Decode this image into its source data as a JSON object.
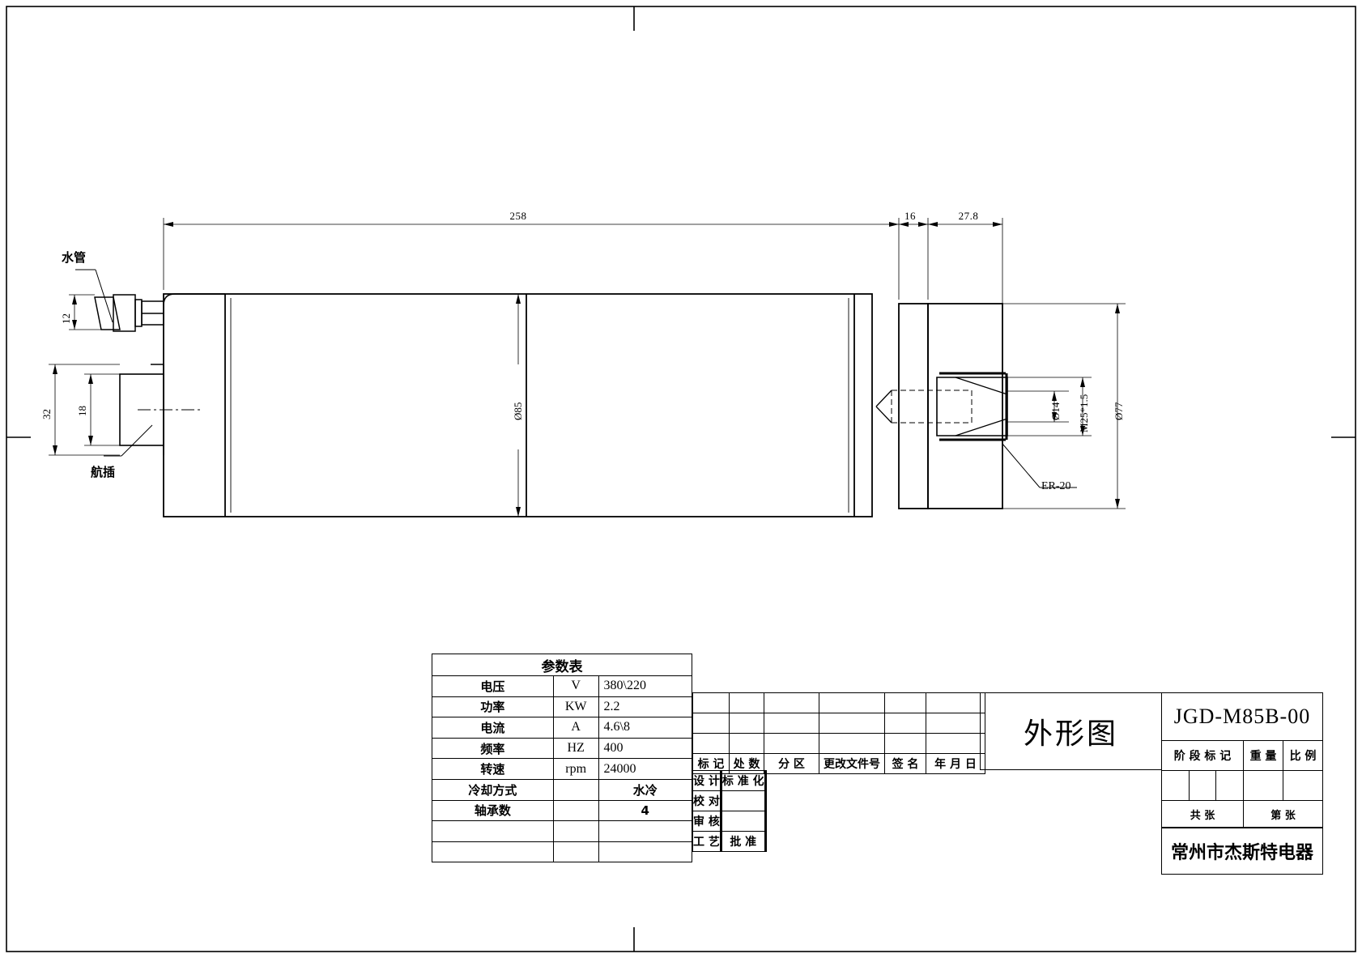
{
  "drawing": {
    "title": "外形图",
    "part_number": "JGD-M85B-00",
    "company": "常州市杰斯特电器",
    "type": "mechanical-outline-drawing"
  },
  "dimensions": {
    "overall_length": "258",
    "flange_thickness": "16",
    "nose_length": "27.8",
    "body_diameter": "Ø85",
    "shaft_diameter": "Ø14",
    "thread": "M25*1.5",
    "front_flange_dia": "Ø77",
    "water_pipe_height": "12",
    "connector_block_height": "32",
    "connector_height": "18"
  },
  "callouts": {
    "water_pipe": "水管",
    "aviation_connector": "航插",
    "collet": "ER-20"
  },
  "param_table": {
    "header": "参数表",
    "rows": [
      {
        "name": "电压",
        "unit": "V",
        "value": "380\\220",
        "value_align": "left"
      },
      {
        "name": "功率",
        "unit": "KW",
        "value": "2.2",
        "value_align": "left"
      },
      {
        "name": "电流",
        "unit": "A",
        "value": "4.6\\8",
        "value_align": "left"
      },
      {
        "name": "频率",
        "unit": "HZ",
        "value": "400",
        "value_align": "left"
      },
      {
        "name": "转速",
        "unit": "rpm",
        "value": "24000",
        "value_align": "left"
      },
      {
        "name": "冷却方式",
        "unit": "",
        "value": "水冷",
        "value_align": "center"
      },
      {
        "name": "轴承数",
        "unit": "",
        "value": "4",
        "value_align": "center"
      },
      {
        "name": "",
        "unit": "",
        "value": "",
        "value_align": "center"
      },
      {
        "name": "",
        "unit": "",
        "value": "",
        "value_align": "center"
      }
    ]
  },
  "title_block": {
    "revision_header": [
      "标 记",
      "处 数",
      "分   区",
      "更改文件号",
      "签 名",
      "年 月 日"
    ],
    "revision_blank_rows": 3,
    "sign_rows": [
      {
        "role": "设 计",
        "name": "",
        "date": "",
        "mid": "标 准 化",
        "mid_name": "",
        "mid_date": ""
      },
      {
        "role": "校 对",
        "name": "",
        "date": "",
        "mid": "",
        "mid_name": "",
        "mid_date": ""
      },
      {
        "role": "审 核",
        "name": "",
        "date": "",
        "mid": "",
        "mid_name": "",
        "mid_date": ""
      },
      {
        "role": "工 艺",
        "name": "",
        "date": "",
        "mid": "批 准",
        "mid_name": "",
        "mid_date": ""
      }
    ],
    "stage_header": [
      "阶 段 标 记",
      "重 量",
      "比 例"
    ],
    "stage_values": [
      "",
      "",
      "",
      "",
      ""
    ],
    "sheet_row": [
      "共    张",
      "第    张"
    ]
  },
  "colors": {
    "line": "#000000",
    "background": "#ffffff"
  }
}
